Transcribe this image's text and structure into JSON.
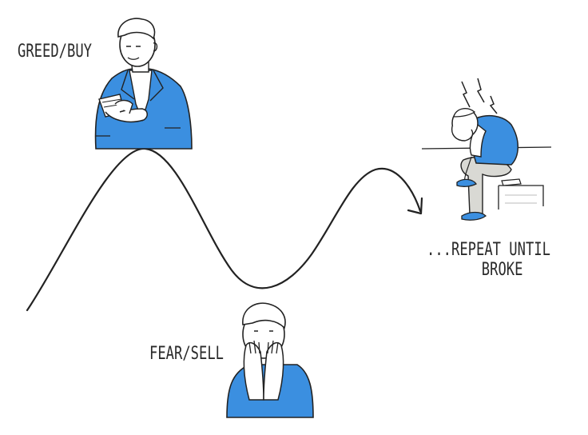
{
  "labels": {
    "greed": "GREED/BUY",
    "fear": "FEAR/SELL",
    "repeat_line1": "...REPEAT   UNTIL",
    "repeat_line2": "BROKE"
  },
  "figures": {
    "greedy_man": "man-in-suit-counting-money",
    "fearful_man": "man-covering-face-with-hands",
    "broke_man": "man-sitting-head-in-hands"
  },
  "colors": {
    "accent_blue": "#3b8fe0",
    "ink": "#2a2a2a",
    "pants_gray": "#d9d9d4"
  }
}
